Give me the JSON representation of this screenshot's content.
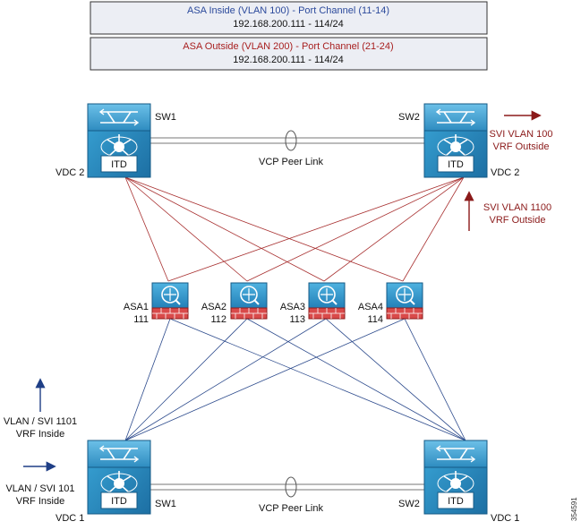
{
  "legend": {
    "inside_title": "ASA Inside (VLAN 100)  - Port Channel (11-14)",
    "inside_ip": "192.168.200.111 - 114/24",
    "outside_title": "ASA Outside (VLAN 200) - Port Channel (21-24)",
    "outside_ip": "192.168.200.111 - 114/24"
  },
  "top": {
    "sw1_label": "SW1",
    "sw2_label": "SW2",
    "vdc_left": "VDC 2",
    "vdc_right": "VDC 2",
    "peer_link": "VCP Peer Link",
    "itd_left": "ITD",
    "itd_right": "ITD"
  },
  "bottom": {
    "sw1_label": "SW1",
    "sw2_label": "SW2",
    "vdc_left": "VDC 1",
    "vdc_right": "VDC 1",
    "peer_link": "VCP Peer Link",
    "itd_left": "ITD",
    "itd_right": "ITD"
  },
  "asas": [
    {
      "name": "ASA1",
      "id": "111"
    },
    {
      "name": "ASA2",
      "id": "112"
    },
    {
      "name": "ASA3",
      "id": "113"
    },
    {
      "name": "ASA4",
      "id": "114"
    }
  ],
  "annotations": {
    "svi_100_line1": "SVI VLAN 100",
    "svi_100_line2": "VRF Outside",
    "svi_1100_line1": "SVI VLAN 1100",
    "svi_1100_line2": "VRF Outside",
    "svi_1101_line1": "VLAN / SVI 1101",
    "svi_1101_line2": "VRF Inside",
    "svi_101_line1": "VLAN / SVI 101",
    "svi_101_line2": "VRF Inside"
  },
  "figure_id": "354591",
  "colors": {
    "switch_blue": "#2a8fc4",
    "red_link": "#a83030",
    "blue_link": "#2c4a8c",
    "arrow_red": "#8b1a1a",
    "arrow_blue": "#1f3f86"
  }
}
